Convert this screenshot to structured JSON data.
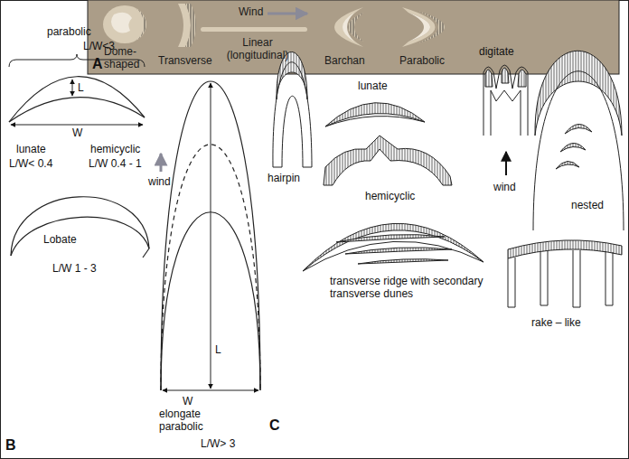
{
  "diagram": {
    "nodes": [
      {
        "text": [
          "Wind",
          "Dome-shaped",
          "Transverse",
          "Linear (longitudinal)",
          "Barchan",
          "Parabolic",
          "A"
        ]
      }
    ],
    "labels": [
      "parabolic",
      "L/W<3",
      "L",
      "W",
      "lunate",
      "L/W< 0.4",
      "hemicyclic",
      "L/W 0.4 - 1",
      "wind",
      "Lobate",
      "L/W 1 - 3",
      "L",
      "W",
      "elongate parabolic",
      "L/W> 3",
      "B",
      "hairpin",
      "lunate",
      "hemicyclic",
      "digitate",
      "wind",
      "nested",
      "transverse ridge with secondary transverse dunes",
      "rake – like",
      "C"
    ]
  }
}
